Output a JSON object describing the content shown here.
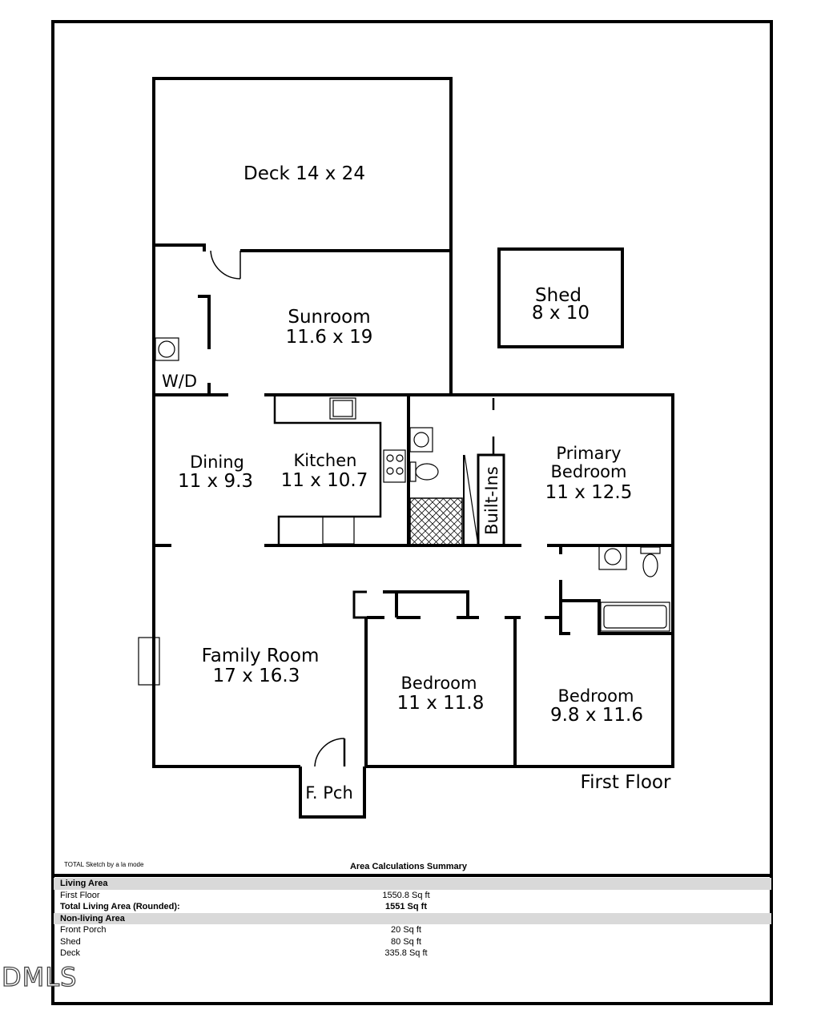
{
  "floor_label": "First Floor",
  "rooms": {
    "deck": "Deck 14 x 24",
    "shed_name": "Shed",
    "shed_size": "8 x 10",
    "sunroom_name": "Sunroom",
    "sunroom_size": "11.6 x 19",
    "wd": "W/D",
    "dining_name": "Dining",
    "dining_size": "11 x 9.3",
    "kitchen_name": "Kitchen",
    "kitchen_size": "11 x 10.7",
    "builtins": "Built-Ins",
    "primary_line1": "Primary",
    "primary_line2": "Bedroom",
    "primary_size": "11 x 12.5",
    "family_name": "Family Room",
    "family_size": "17 x 16.3",
    "bedroom_a_name": "Bedroom",
    "bedroom_a_size": "11 x 11.8",
    "bedroom_b_name": "Bedroom",
    "bedroom_b_size": "9.8 x 11.6",
    "porch": "F. Pch"
  },
  "credit": "TOTAL Sketch by a la mode",
  "summary": {
    "title": "Area Calculations Summary",
    "living_header": "Living Area",
    "first_floor_label": "First Floor",
    "first_floor_value": "1550.8 Sq ft",
    "total_label": "Total Living Area (Rounded):",
    "total_value": "1551 Sq ft",
    "nonliving_header": "Non-living Area",
    "front_porch_label": "Front Porch",
    "front_porch_value": "20 Sq ft",
    "shed_label": "Shed",
    "shed_value": "80 Sq ft",
    "deck_label": "Deck",
    "deck_value": "335.8 Sq ft"
  },
  "watermark": "DMLS"
}
